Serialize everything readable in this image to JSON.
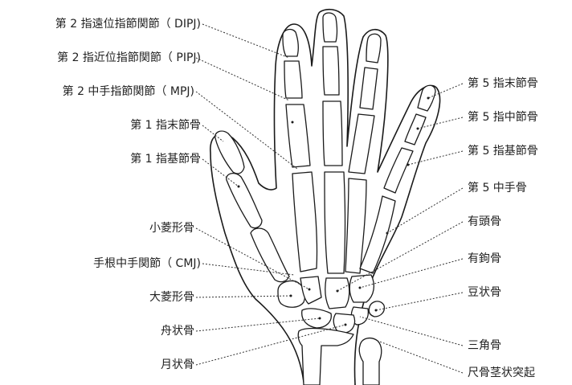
{
  "labels": {
    "left": [
      "第 2 指遠位指節関節（ DIPJ)",
      "第 2 指近位指節関節（ PIPJ)",
      "第 2 中手指節関節（ MPJ)",
      "第 1 指末節骨",
      "第 1 指基節骨",
      "小菱形骨",
      "手根中手関節（ CMJ)",
      "大菱形骨",
      "舟状骨",
      "月状骨"
    ],
    "right": [
      "第 5 指末節骨",
      "第 5 指中節骨",
      "第 5 指基節骨",
      "第 5 中手骨",
      "有頭骨",
      "有鉤骨",
      "豆状骨",
      "三角骨",
      "尺骨茎状突起"
    ]
  }
}
